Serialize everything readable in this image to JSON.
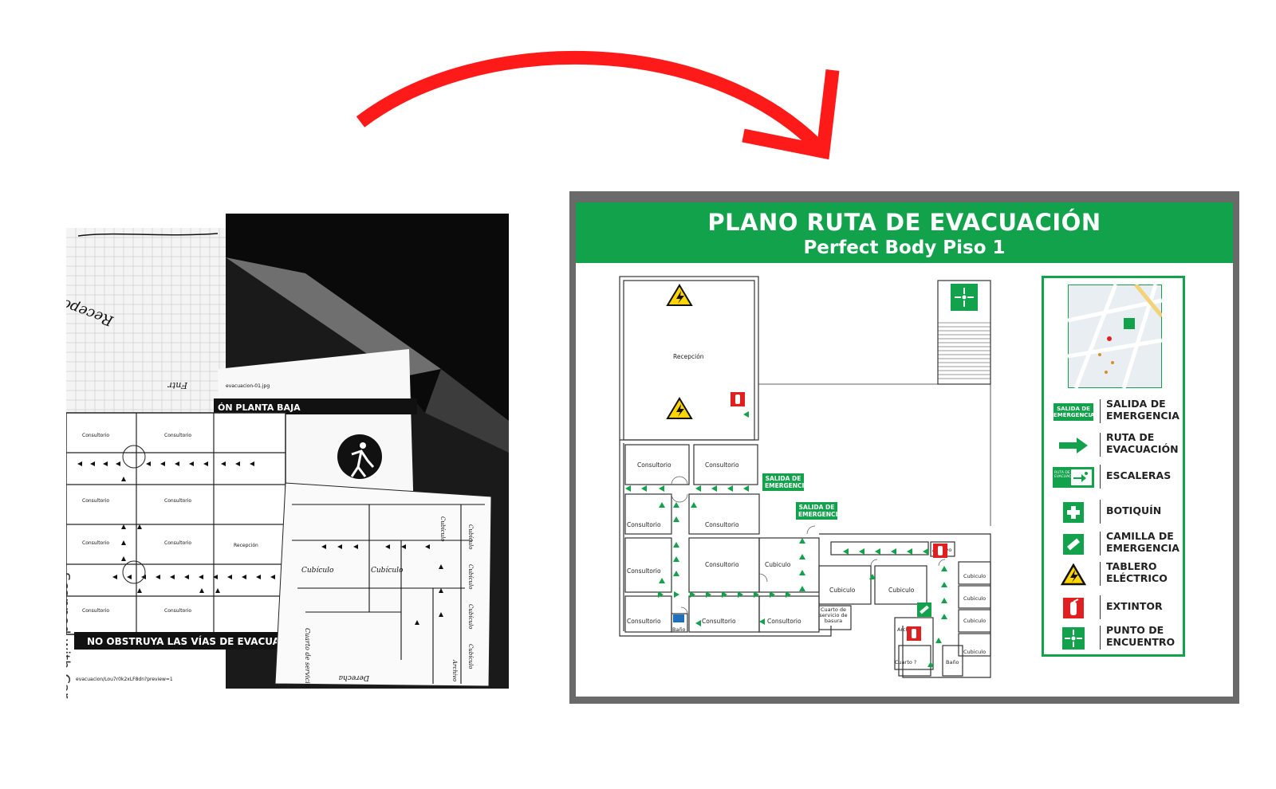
{
  "colors": {
    "arrow_red": "#ff1a1a",
    "brand_green": "#12a24b",
    "frame_gray": "#6a6a6a",
    "warning_yellow": "#ffd400",
    "extinguisher_red": "#e02020"
  },
  "collage": {
    "recepcion_note": "Recepcion !",
    "small_note": "Fntr",
    "file_name": "evacuacion-01.jpg",
    "banner_title": "ÓN PLANTA BAJA",
    "footer_warning": "NO OBSTRUYA LAS VÍAS DE EVACUAC",
    "scanned_text": "Scanned with Car",
    "url_text": "evacuacion/Lou7r0k2xLF8dn?preview=1",
    "bw_rooms": [
      "Consultorio",
      "Consultorio",
      "Consultorio",
      "Consultorio",
      "Consultorio",
      "Consultorio",
      "Recepción",
      "Consultorio",
      "Consultorio"
    ],
    "sketch_labels": [
      "Cubículo",
      "Cubículo",
      "Cuarto de servicio de basura",
      "Derecha",
      "Cubículo",
      "Cubículo",
      "Cubículo",
      "Cubículo",
      "Cubículo",
      "Archivo"
    ]
  },
  "board": {
    "title": "PLANO RUTA DE EVACUACIÓN",
    "subtitle": "Perfect Body Piso 1",
    "rooms": {
      "recepcion": "Recepción",
      "consultorio": "Consultorio",
      "cubiculo": "Cubiculo",
      "archivo": "Archivo",
      "bano": "Baño",
      "cuarto_basura": "Cuarto de servicio de basura",
      "cuarto": "Cuarto ?"
    },
    "exit_sign": "SALIDA DE EMERGENCIA"
  },
  "legend": {
    "items": [
      {
        "icon": "exit-sign-icon",
        "icon_text": "SALIDA DE EMERGENCIA",
        "label": "SALIDA DE EMERGENCIA"
      },
      {
        "icon": "arrow-right-icon",
        "label": "RUTA DE EVACUACIÓN"
      },
      {
        "icon": "stairs-exit-icon",
        "icon_text": "RUTA DE EVACUACIÓN",
        "label": "ESCALERAS"
      },
      {
        "icon": "first-aid-icon",
        "label": "BOTIQUÍN"
      },
      {
        "icon": "stretcher-icon",
        "label": "CAMILLA DE EMERGENCIA"
      },
      {
        "icon": "electrical-warning-icon",
        "label": "TABLERO ELÉCTRICO"
      },
      {
        "icon": "extinguisher-icon",
        "label": "EXTINTOR"
      },
      {
        "icon": "meeting-point-icon",
        "label": "PUNTO DE ENCUENTRO"
      }
    ]
  }
}
